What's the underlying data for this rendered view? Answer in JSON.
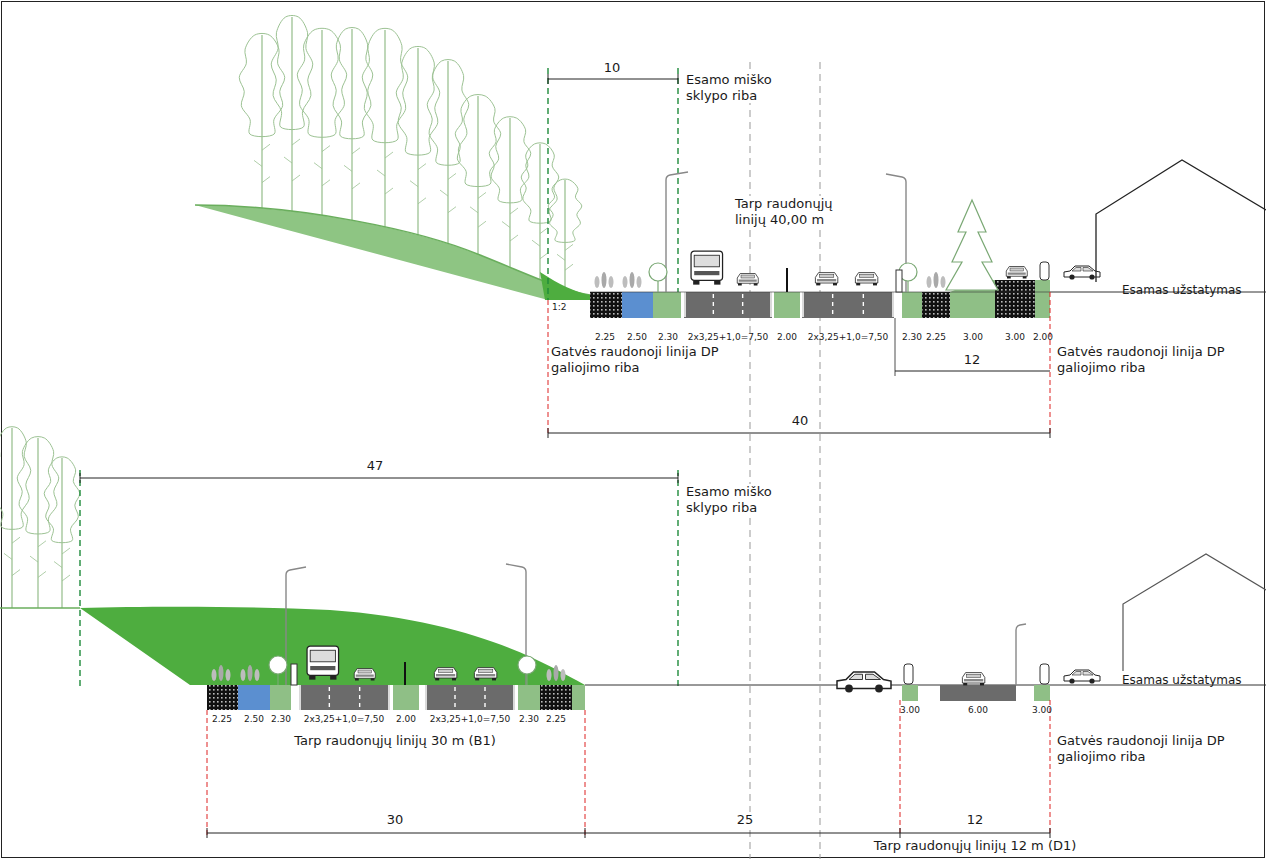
{
  "diagram": {
    "labels": [
      "10",
      "Esamo miško sklypo riba",
      "Tarp raudonųjų linijų 40,00 m",
      "1:2",
      "2.25",
      "2.50",
      "2.30",
      "2x3,25+1,0=7,50",
      "2.00",
      "2x3,25+1,0=7,50",
      "2.30",
      "2.25",
      "3.00",
      "3.00",
      "2.00",
      "Gatvės raudonoji linija DP galiojimo riba",
      "12",
      "Gatvės raudonoji linija DP galiojimo riba",
      "Esamas užstatymas",
      "40",
      "47",
      "Esamo miško sklypo riba",
      "2.25",
      "2.50",
      "2.30",
      "2x3,25+1,0=7,50",
      "2.00",
      "2x3,25+1,0=7,50",
      "2.30",
      "2.25",
      "3.00",
      "6.00",
      "3.00",
      "Tarp raudonųjų linijų 30 m (B1)",
      "Gatvės raudonoji linija DP galiojimo riba",
      "Esamas užstatymas",
      "30",
      "25",
      "12",
      "Tarp raudonųjų linijų 12 m (D1)"
    ]
  }
}
